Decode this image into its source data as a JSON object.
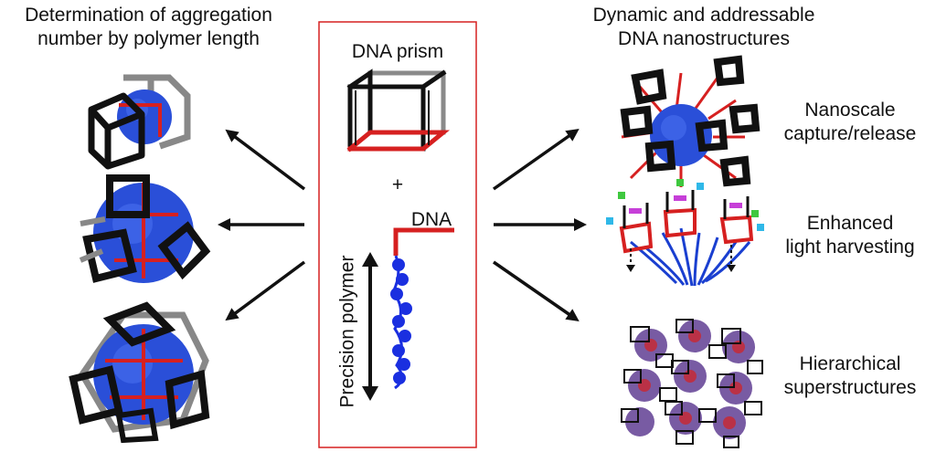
{
  "left_title": {
    "line1": "Determination of aggregation",
    "line2": "number by polymer length"
  },
  "right_title": {
    "line1": "Dynamic and addressable",
    "line2": "DNA nanostructures"
  },
  "center": {
    "prism_label": "DNA prism",
    "plus": "+",
    "dna_label": "DNA",
    "polymer_label": "Precision polymer"
  },
  "applications": [
    {
      "line1": "Nanoscale",
      "line2": "capture/release"
    },
    {
      "line1": "Enhanced",
      "line2": "light harvesting"
    },
    {
      "line1": "Hierarchical",
      "line2": "superstructures"
    }
  ],
  "colors": {
    "frame_red": "#d62020",
    "prism_black": "#111111",
    "prism_gray": "#8a8a8a",
    "polymer_blue": "#1a2fe0",
    "micelle_blue": "#2a4fd8"
  }
}
